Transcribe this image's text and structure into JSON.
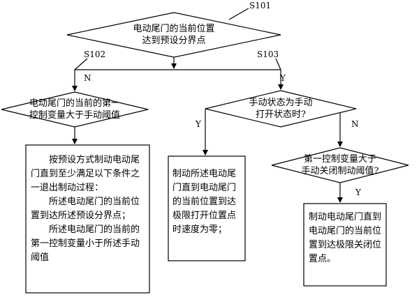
{
  "nodes": {
    "d101": {
      "id": "S101",
      "lines": [
        "电动尾门的当前位置",
        "达到预设分界点"
      ]
    },
    "d102": {
      "id": "S102",
      "lines": [
        "电动尾门的当前的第一",
        "控制变量大于手动阈值"
      ]
    },
    "d103": {
      "id": "S103",
      "lines": [
        "手动状态为手动",
        "打开状态时?"
      ]
    },
    "d_close": {
      "lines": [
        "第一控制变量大于",
        "手动关闭制动阈值?"
      ]
    },
    "box_left": {
      "intro": "按预设方式制动电动尾门直到至少满足以下条件之一退出制动过程：",
      "cond1": "所述电动尾门的当前位置到达所述预设分界点；",
      "cond2": "所述电动尾门的当前的第一控制变量小于所述手动阈值"
    },
    "box_mid": {
      "text": "制动所述电动尾门直到电动尾门的当前位置到达极限打开位置点时速度为零；"
    },
    "box_right": {
      "text": "制动电动尾门直到电动尾门的当前位置到达极限关闭位置点。"
    }
  },
  "edges": {
    "d101_no": "N",
    "d101_yes": "Y",
    "d103_yes": "Y",
    "d103_no": "N",
    "dclose_yes": "Y"
  }
}
